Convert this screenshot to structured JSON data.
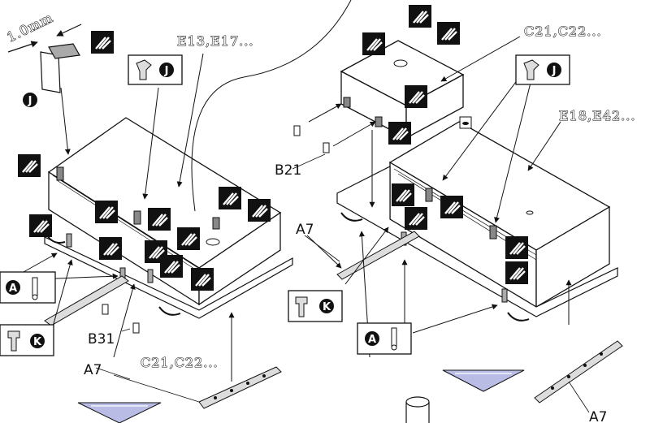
{
  "dimension_label": "1.0mm",
  "part_codes": {
    "left_top": "E13,E17...",
    "left_bottom": "C21,C22...",
    "right_top": "C21,C22...",
    "right_mid": "E18,E42..."
  },
  "part_labels": {
    "b21": "B21",
    "b31": "B31",
    "a7_left": "A7",
    "a7_mid": "A7",
    "a7_right": "A7"
  },
  "callout_letters": {
    "j": "J",
    "a": "A",
    "k": "K"
  },
  "colors": {
    "ink": "#111111",
    "arrow_fill": "#b9bde6",
    "box_fill": "#ffffff"
  },
  "icons": [
    "brush-icon",
    "clip-icon",
    "screw-icon",
    "bolt-icon",
    "arrow-down-icon"
  ]
}
